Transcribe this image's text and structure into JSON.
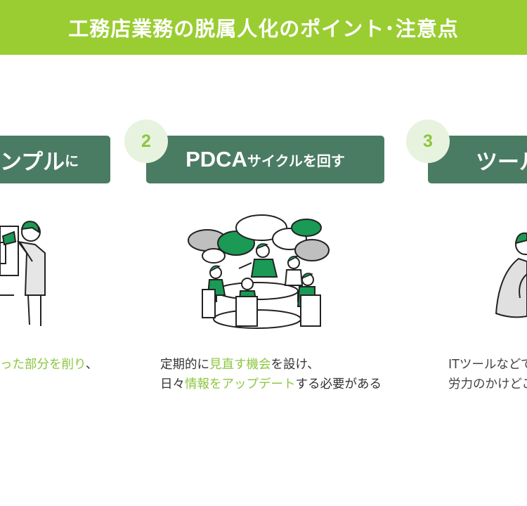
{
  "header": {
    "title": "工務店業務の脱属人化のポイント･注意点"
  },
  "cards": [
    {
      "title_big": "ンプル",
      "title_small": "に",
      "desc_line1_hl": "った部分を削り",
      "desc_line1_tail": "、"
    },
    {
      "number": "2",
      "title_big": "PDCA",
      "title_small": "サイクルを回す",
      "desc_line1_a": "定期的に",
      "desc_line1_hl": "見直す機会",
      "desc_line1_b": "を設け、",
      "desc_line2_a": "日々",
      "desc_line2_hl": "情報をアップデート",
      "desc_line2_b": "する必要がある"
    },
    {
      "number": "3",
      "title_big": "ツール",
      "desc_line1": "ITツールなどで",
      "desc_line2": "労力のかけどこ"
    }
  ],
  "colors": {
    "header_bg": "#9acd32",
    "card_title_bg": "#4a7c63",
    "accent_green": "#8cc63f",
    "badge_bg": "#e8f3df",
    "illustration_green": "#1a9a55",
    "illustration_gray": "#bfbfbf"
  },
  "icons": [
    "presenter-illustration",
    "team-meeting-illustration",
    "thinking-person-illustration"
  ]
}
